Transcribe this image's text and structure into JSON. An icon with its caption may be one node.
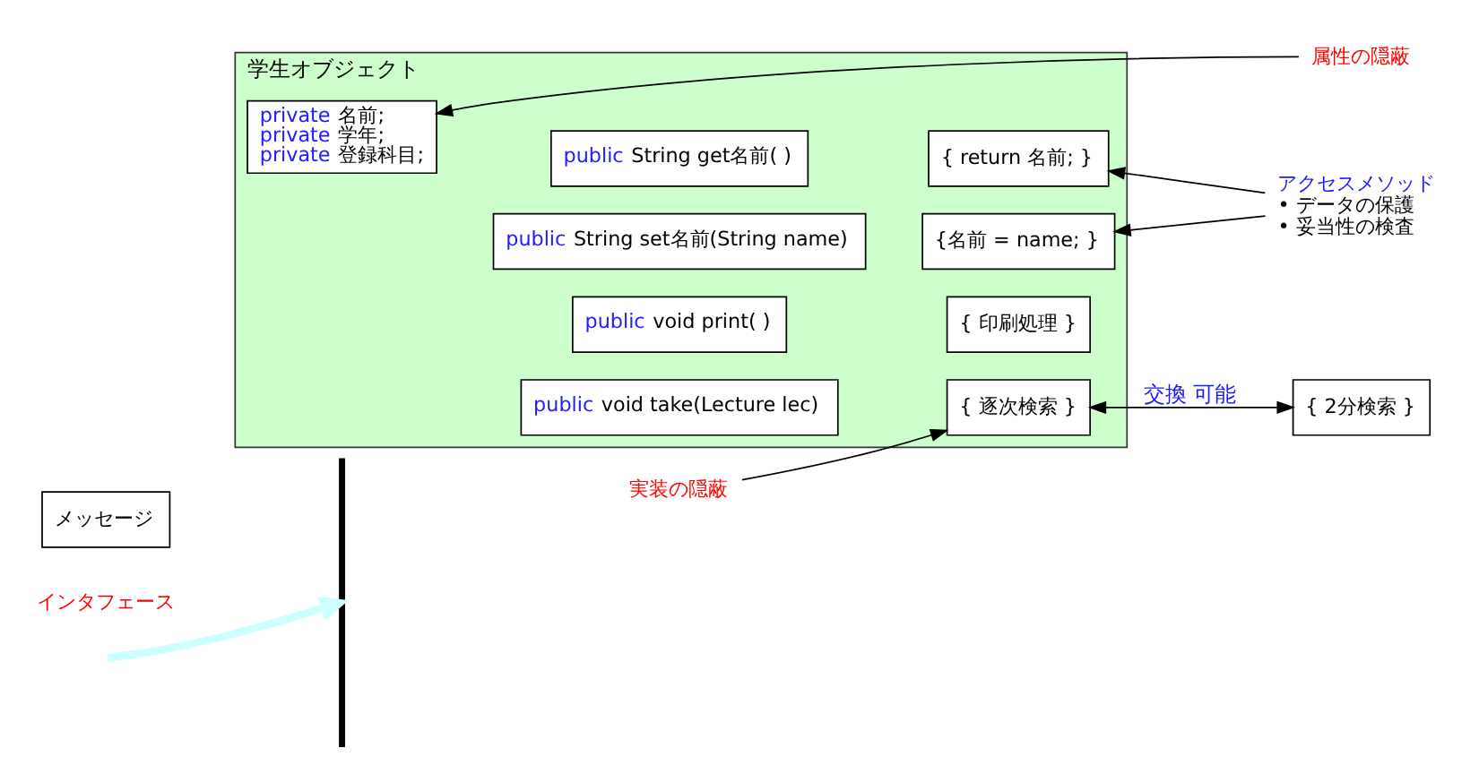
{
  "diagram": {
    "nodes": [
      {
        "text": [
          "学生オブジェクト"
        ]
      },
      {
        "text": [
          "private 名前;",
          "private 学年;",
          "private 登録科目;"
        ],
        "in": 0
      },
      {
        "text": [
          "public String get名前( )"
        ],
        "in": 0
      },
      {
        "text": [
          "{ return 名前; }"
        ],
        "in": 0
      },
      {
        "text": [
          "public String set名前(String name)"
        ],
        "in": 0
      },
      {
        "text": [
          "{名前 = name; }"
        ],
        "in": 0
      },
      {
        "text": [
          "public void print( )"
        ],
        "in": 0
      },
      {
        "text": [
          "{ 印刷処理 }"
        ],
        "in": 0
      },
      {
        "text": [
          "public void take(Lecture lec)"
        ],
        "in": 0
      },
      {
        "text": [
          "{ 逐次検索 }"
        ],
        "in": 0
      },
      {
        "text": [
          "{ 2分検索 }"
        ]
      },
      {
        "text": [
          "メッセージ"
        ]
      },
      {
        "text": [
          "属性の隠蔽"
        ]
      },
      {
        "text": [
          "アクセスメソッド",
          "• データの保護",
          "• 妥当性の検査"
        ]
      },
      {
        "text": [
          "実装の隠蔽"
        ]
      },
      {
        "text": [],
        "shape": "brace"
      }
    ],
    "edges": [
      {
        "from": 12,
        "to": 1,
        "arrow": "to"
      },
      {
        "from": 13,
        "to": 3,
        "arrow": "to"
      },
      {
        "from": 13,
        "to": 5,
        "arrow": "to"
      },
      {
        "from": 14,
        "to": 9,
        "arrow": "to"
      },
      {
        "from": 9,
        "to": 10,
        "arrow": "both",
        "label": "交換 可能"
      },
      {
        "from": null,
        "to": 15,
        "arrow": "to",
        "style": "thick",
        "color": "#ccffff"
      }
    ],
    "labels": [
      "インタフェース"
    ]
  }
}
